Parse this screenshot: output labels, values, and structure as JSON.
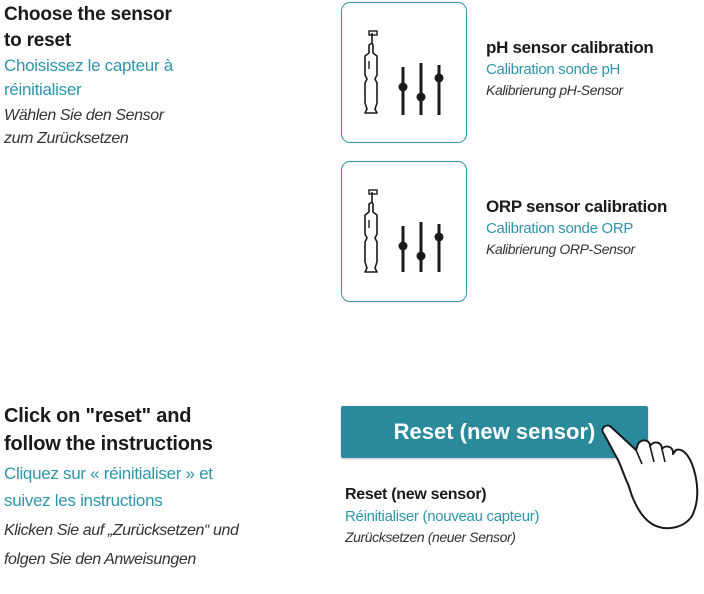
{
  "step1": {
    "title_line1": "Choose the sensor",
    "title_line2": "to reset",
    "fr_line1": "Choisissez le capteur à",
    "fr_line2": "réinitialiser",
    "de_line1": "Wählen Sie den Sensor",
    "de_line2": "zum Zurücksetzen"
  },
  "ph_option": {
    "title": "pH sensor calibration",
    "fr": "Calibration sonde pH",
    "de": "Kalibrierung pH-Sensor",
    "icon": "sensor-probe-sliders-icon"
  },
  "orp_option": {
    "title": "ORP sensor calibration",
    "fr": "Calibration sonde ORP",
    "de": "Kalibrierung ORP-Sensor",
    "icon": "sensor-probe-sliders-icon"
  },
  "step2": {
    "title_line1": "Click on \"reset\" and",
    "title_line2": "follow the instructions",
    "fr_line1": "Cliquez sur « réinitialiser » et",
    "fr_line2": "suivez les instructions",
    "de_line1": "Klicken Sie auf „Zurücksetzen“ und",
    "de_line2": "folgen Sie den Anweisungen"
  },
  "reset": {
    "button_label": "Reset (new sensor)",
    "title": "Reset (new sensor)",
    "fr": "Réinitialiser (nouveau capteur)",
    "de": "Zurücksetzen (neuer Sensor)"
  },
  "colors": {
    "accent": "#2f95a8",
    "button": "#2a8a9c",
    "text": "#1a1a1a"
  }
}
